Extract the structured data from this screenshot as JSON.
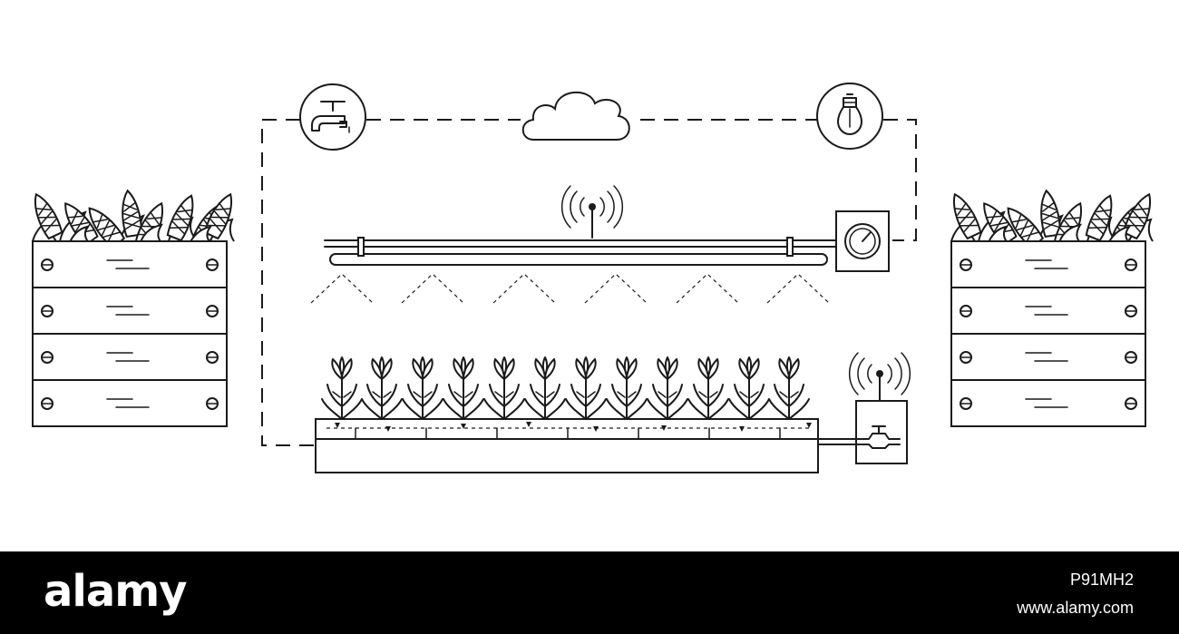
{
  "footer": {
    "brand": "alamy",
    "image_id": "P91MH2",
    "url": "www.alamy.com"
  },
  "icons": [
    "water-tap-icon",
    "cloud-icon",
    "light-bulb-icon",
    "wireless-signal-icon",
    "pressure-gauge-icon",
    "corn-crate-icon",
    "corn-plant-icon",
    "valve-icon"
  ],
  "colors": {
    "line": "#1a1a1a",
    "background": "#ffffff",
    "footer": "#000000",
    "footer_text": "#ffffff"
  }
}
